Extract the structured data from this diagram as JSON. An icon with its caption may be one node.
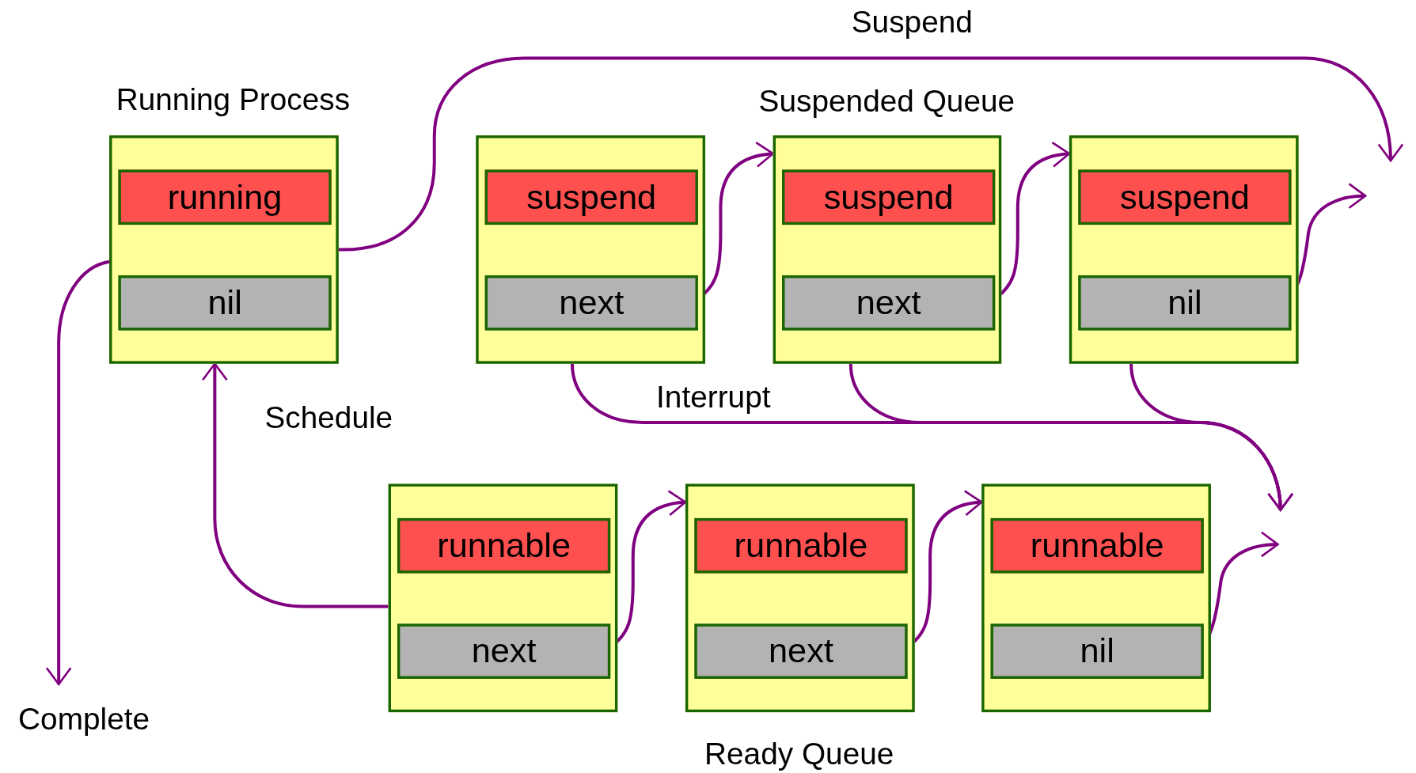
{
  "diagram": {
    "nodes": [
      {
        "text": [
          "Running Process"
        ]
      },
      {
        "text": [
          "running"
        ],
        "in": 0
      },
      {
        "text": [
          "nil"
        ],
        "in": 0
      },
      {
        "text": [],
        "shape": "box"
      },
      {
        "text": [
          "suspend"
        ],
        "in": 3
      },
      {
        "text": [
          "next"
        ],
        "in": 3
      },
      {
        "text": [],
        "shape": "box"
      },
      {
        "text": [
          "suspend"
        ],
        "in": 6
      },
      {
        "text": [
          "next"
        ],
        "in": 6
      },
      {
        "text": [],
        "shape": "box"
      },
      {
        "text": [
          "suspend"
        ],
        "in": 9
      },
      {
        "text": [
          "nil"
        ],
        "in": 9
      },
      {
        "text": [],
        "shape": "box"
      },
      {
        "text": [
          "runnable"
        ],
        "in": 12
      },
      {
        "text": [
          "next"
        ],
        "in": 12
      },
      {
        "text": [],
        "shape": "box"
      },
      {
        "text": [
          "runnable"
        ],
        "in": 15
      },
      {
        "text": [
          "next"
        ],
        "in": 15
      },
      {
        "text": [],
        "shape": "box"
      },
      {
        "text": [
          "runnable"
        ],
        "in": 18
      },
      {
        "text": [
          "nil"
        ],
        "in": 18
      }
    ],
    "edges": [
      {
        "from": 0,
        "to": null,
        "arrow": "to",
        "label": "Suspend"
      },
      {
        "from": 0,
        "to": null,
        "arrow": "to",
        "label": "Complete"
      },
      {
        "from": 12,
        "to": 0,
        "arrow": "to",
        "label": "Schedule"
      },
      {
        "from": 5,
        "to": 6,
        "arrow": "to"
      },
      {
        "from": 8,
        "to": 9,
        "arrow": "to"
      },
      {
        "from": 11,
        "to": null,
        "arrow": "to"
      },
      {
        "from": 14,
        "to": 15,
        "arrow": "to"
      },
      {
        "from": 17,
        "to": 18,
        "arrow": "to"
      },
      {
        "from": 20,
        "to": null,
        "arrow": "to"
      },
      {
        "from": 3,
        "to": null,
        "arrow": "to",
        "label": "Interrupt"
      },
      {
        "from": 6,
        "to": null,
        "arrow": "to"
      },
      {
        "from": 9,
        "to": null,
        "arrow": "to"
      }
    ],
    "labels": [
      "Suspended Queue",
      "Ready Queue"
    ]
  }
}
